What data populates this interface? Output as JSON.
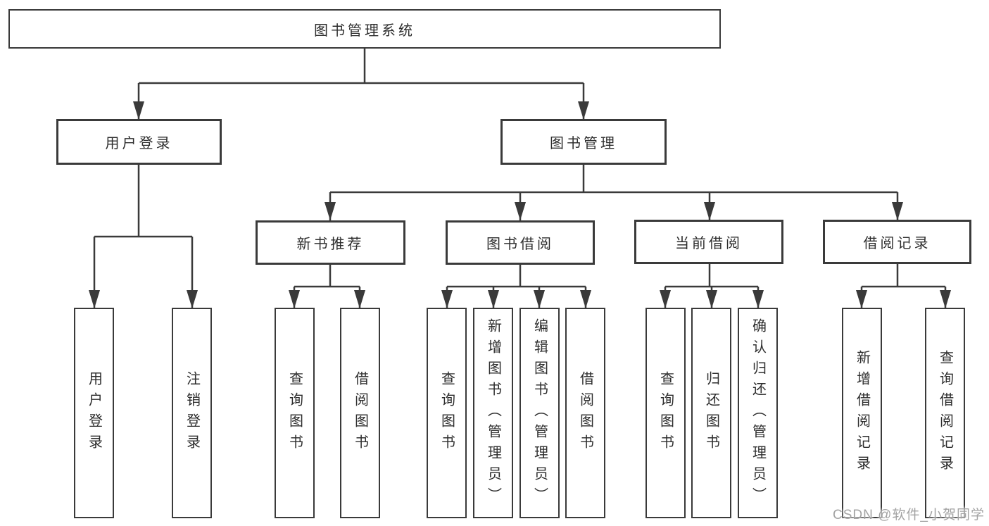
{
  "diagram": {
    "root": "图书管理系统",
    "level2": {
      "user_login": "用户登录",
      "book_mgmt": "图书管理"
    },
    "level3": {
      "new_books": "新书推荐",
      "borrowing": "图书借阅",
      "current": "当前借阅",
      "records": "借阅记录"
    },
    "leaves": {
      "user_login": [
        "用户登录",
        "注销登录"
      ],
      "new_books": [
        "查询图书",
        "借阅图书"
      ],
      "borrowing": [
        "查询图书",
        "新增图书（管理员）",
        "编辑图书（管理员）",
        "借阅图书"
      ],
      "current": [
        "查询图书",
        "归还图书",
        "确认归还（管理员）"
      ],
      "records": [
        "新增借阅记录",
        "查询借阅记录"
      ]
    }
  },
  "watermark": {
    "text": "CSDN @软件_小贺同学"
  },
  "colors": {
    "line": "#3a3a3a",
    "box_border": "#3a3a3a",
    "text": "#2d2d2d",
    "watermark": "#a3a3a3",
    "background": "#ffffff"
  }
}
